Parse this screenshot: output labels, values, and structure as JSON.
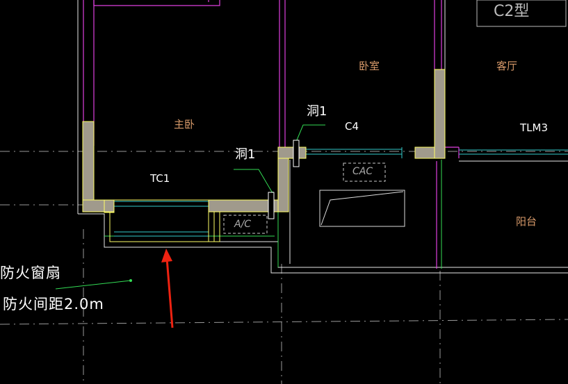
{
  "drawing": {
    "type_label": "C2型",
    "rooms": {
      "master_bedroom": "主卧",
      "bedroom": "卧室",
      "living_room": "客厅",
      "balcony": "阳台"
    },
    "tags": {
      "tc1": "TC1",
      "c4": "C4",
      "tlm3": "TLM3",
      "opening_upper": "洞1",
      "opening_lower": "洞1"
    },
    "ac_labels": {
      "ac_upper": "CAC",
      "ac_lower": "A/C"
    },
    "notes": {
      "fire_sash": "防火窗扇",
      "fire_distance": "防火间距2.0m"
    },
    "colors": {
      "background": "#000000",
      "wall_fill": "#a09a8c",
      "wall_outline": "#ffff66",
      "magenta": "#e040e0",
      "cyan": "#33cccc",
      "green": "#33dd55",
      "arrow": "#ee2211"
    }
  }
}
